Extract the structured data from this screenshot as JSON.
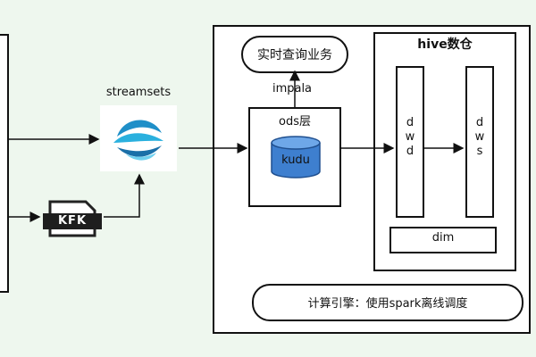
{
  "diagram": {
    "streamsets_label": "streamsets",
    "kafka_label": "KFK",
    "realtime_query_label": "实时查询业务",
    "impala_label": "impala",
    "ods_label": "ods层",
    "kudu_label": "kudu",
    "hive_label": "hive数仓",
    "dwd_label": "d\nw\nd",
    "dws_label": "d\nw\ns",
    "dim_label": "dim",
    "compute_label": "计算引擎：使用spark离线调度"
  }
}
